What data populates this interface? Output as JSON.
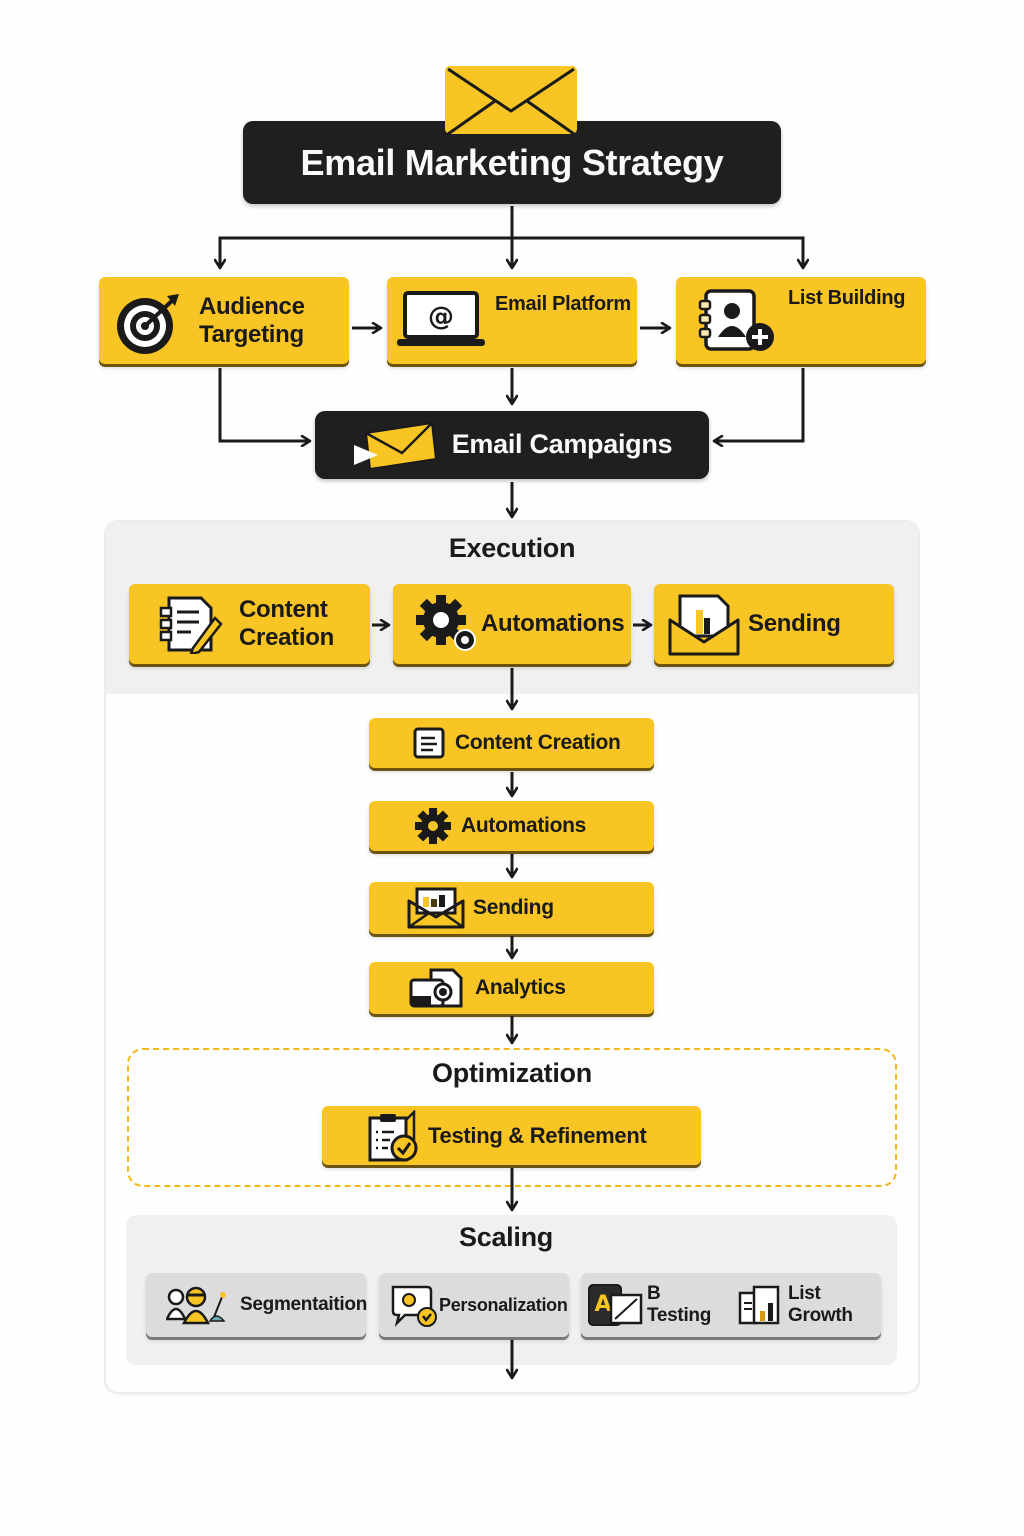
{
  "title": "Email Marketing Strategy",
  "top_row": [
    {
      "label_line1": "Audience",
      "label_line2": "Targeting",
      "icon": "target-icon"
    },
    {
      "label": "Email Platform",
      "icon": "laptop-at-icon"
    },
    {
      "label": "List Building",
      "icon": "contact-book-add-icon"
    }
  ],
  "campaigns": {
    "label": "Email Campaigns",
    "icon": "send-envelope-icon"
  },
  "execution": {
    "heading": "Execution",
    "row": [
      {
        "label_line1": "Content",
        "label_line2": "Creation",
        "icon": "document-pen-icon"
      },
      {
        "label": "Automations",
        "icon": "gears-icon"
      },
      {
        "label": "Sending",
        "icon": "envelope-chart-icon"
      }
    ],
    "steps": [
      {
        "label": "Content Creation",
        "icon": "document-icon"
      },
      {
        "label": "Automations",
        "icon": "gear-icon"
      },
      {
        "label": "Sending",
        "icon": "envelope-chart-icon"
      },
      {
        "label": "Analytics",
        "icon": "camera-icon"
      }
    ]
  },
  "optimization": {
    "heading": "Optimization",
    "item": {
      "label": "Testing & Refinement",
      "icon": "clipboard-check-icon"
    }
  },
  "scaling": {
    "heading": "Scaling",
    "items": [
      {
        "label": "Segmentaition",
        "icon": "users-segment-icon"
      },
      {
        "label": "Personalization",
        "icon": "chat-user-icon"
      },
      {
        "label": "B Testing",
        "icon": "ab-test-icon"
      },
      {
        "label": "List Growth",
        "icon": "bar-chart-icon"
      }
    ]
  },
  "colors": {
    "accent": "#f8c524",
    "dark": "#1f1f1f",
    "panel": "#f0f0f0",
    "chip": "#dcdcdc"
  }
}
